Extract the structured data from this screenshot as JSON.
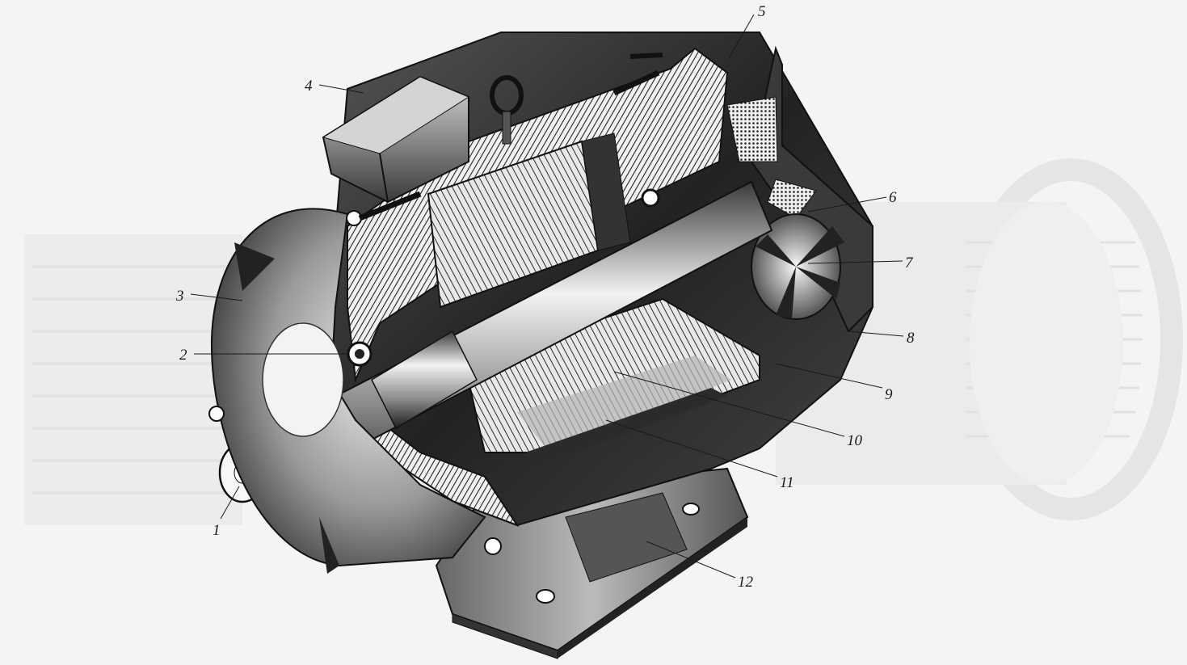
{
  "figure": {
    "colors": {
      "paper": "#f4f4f2",
      "ink": "#1a1a1a",
      "ghost": "#dcdcda"
    },
    "callouts": [
      {
        "id": "1",
        "text": "1"
      },
      {
        "id": "2",
        "text": "2"
      },
      {
        "id": "3",
        "text": "3"
      },
      {
        "id": "4",
        "text": "4"
      },
      {
        "id": "5",
        "text": "5"
      },
      {
        "id": "6",
        "text": "6"
      },
      {
        "id": "7",
        "text": "7"
      },
      {
        "id": "8",
        "text": "8"
      },
      {
        "id": "9",
        "text": "9"
      },
      {
        "id": "10",
        "text": "10"
      },
      {
        "id": "11",
        "text": "11"
      },
      {
        "id": "12",
        "text": "12"
      }
    ]
  }
}
